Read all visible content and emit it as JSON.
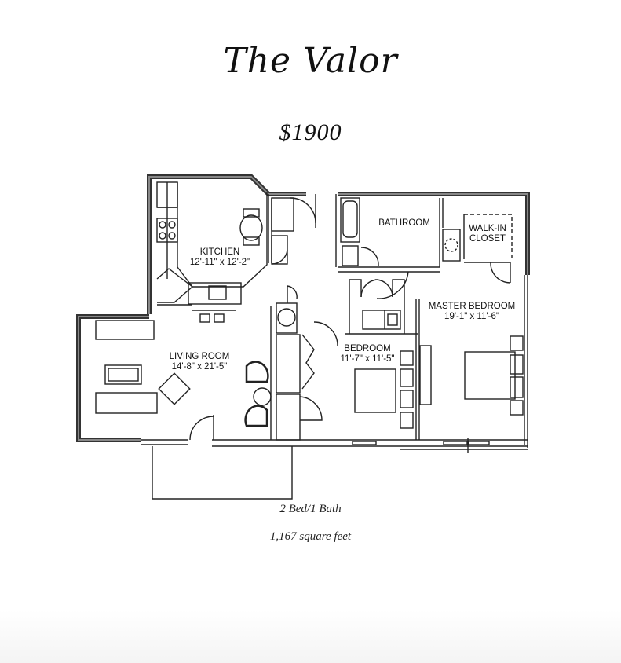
{
  "header": {
    "title": "The Valor",
    "price": "$1900"
  },
  "rooms": [
    {
      "name": "KITCHEN",
      "dimensions": "12'-11\" x 12'-2\""
    },
    {
      "name": "LIVING ROOM",
      "dimensions": "14'-8\" x 21'-5\""
    },
    {
      "name": "BATHROOM",
      "dimensions": ""
    },
    {
      "name": "WALK-IN",
      "dimensions": "CLOSET"
    },
    {
      "name": "BEDROOM",
      "dimensions": "11'-7\" x 11'-5\""
    },
    {
      "name": "MASTER BEDROOM",
      "dimensions": "19'-1\" x 11'-6\""
    }
  ],
  "summary": {
    "layout": "2 Bed/1 Bath",
    "area": "1,167 square feet"
  }
}
